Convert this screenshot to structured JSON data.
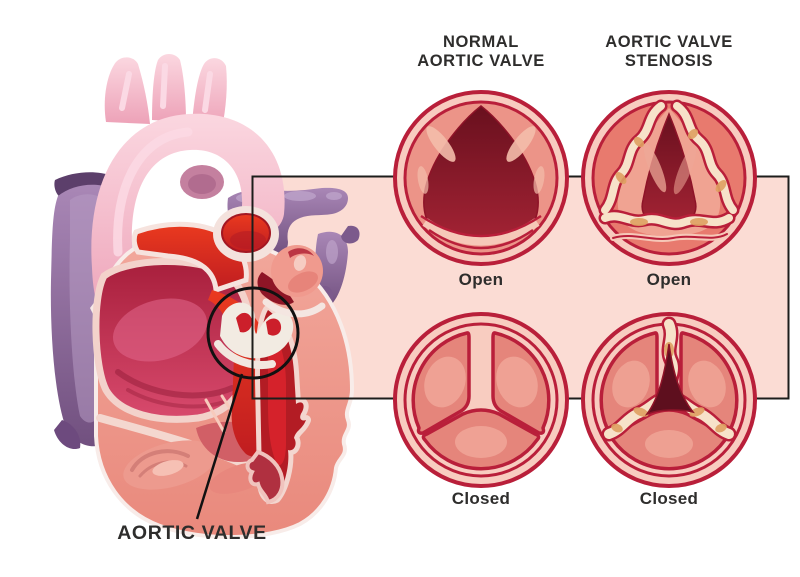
{
  "figure": {
    "type": "medical-diagram",
    "subject": "Aortic valve stenosis comparison",
    "heart_caption": "AORTIC VALVE"
  },
  "columns": [
    {
      "id": "normal",
      "title": "NORMAL\nAORTIC VALVE",
      "open_label": "Open",
      "closed_label": "Closed"
    },
    {
      "id": "stenosis",
      "title": "AORTIC VALVE\nSTENOSIS",
      "open_label": "Open",
      "closed_label": "Closed"
    }
  ],
  "colors": {
    "page_background": "#ffffff",
    "panel_background": "#fbdcd4",
    "frame_stroke": "#1d1d1b",
    "valve_rim": "#b91f3a",
    "valve_ring_fill": "#f8ccc0",
    "leaflet_salmon": "#e5857b",
    "opening_dark": "#6b101f",
    "thickening_cream": "#f7e2c9",
    "calcification_tan": "#dfa061",
    "aorta_pink": "#f2afc2",
    "pulmonary_purple": "#8d6a9e",
    "chamber_crimson": "#c22a47",
    "vessel_red": "#d5222b",
    "text": "#2e2d2c"
  }
}
